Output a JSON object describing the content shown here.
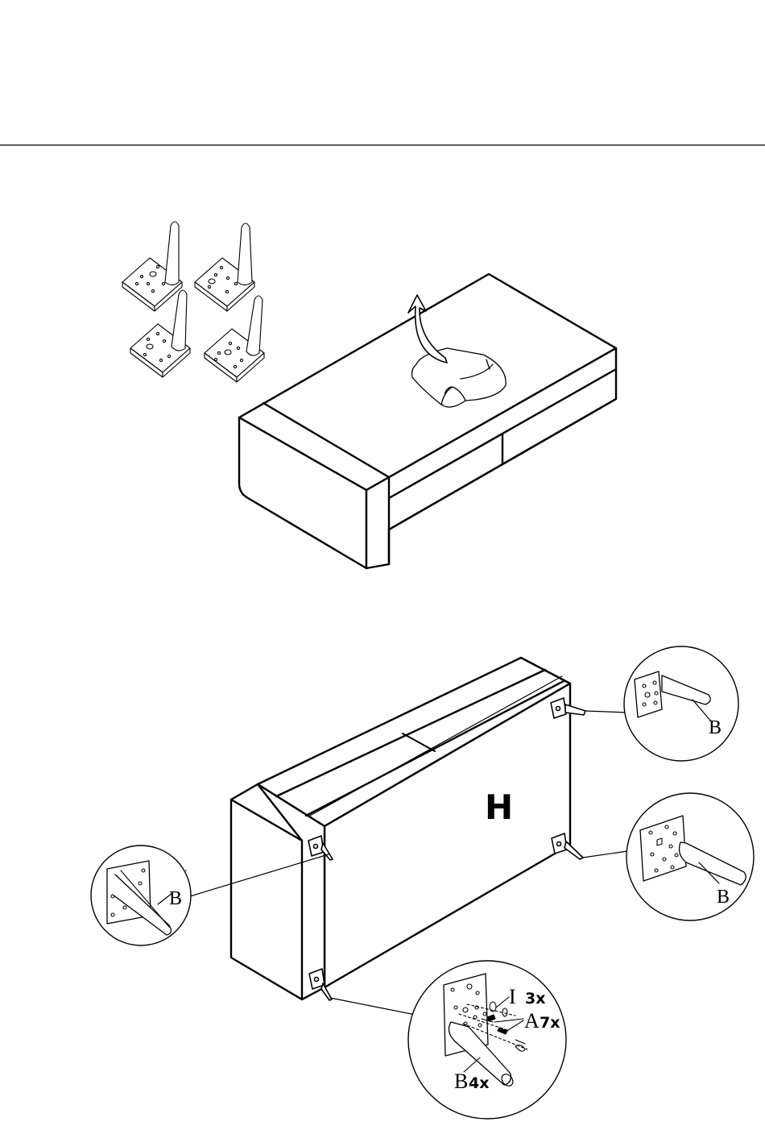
{
  "section_label": "H",
  "callouts": {
    "top_right": {
      "part": "B"
    },
    "middle_right": {
      "part": "B"
    },
    "left": {
      "part": "B"
    },
    "bottom": {
      "washer_part": "I",
      "washer_qty": "3x",
      "screw_part": "A",
      "screw_qty": "7x",
      "leg_part": "B",
      "leg_qty": "4x"
    }
  },
  "legs_loose_count": 4,
  "colors": {
    "line": "#000000",
    "background": "#ffffff"
  }
}
